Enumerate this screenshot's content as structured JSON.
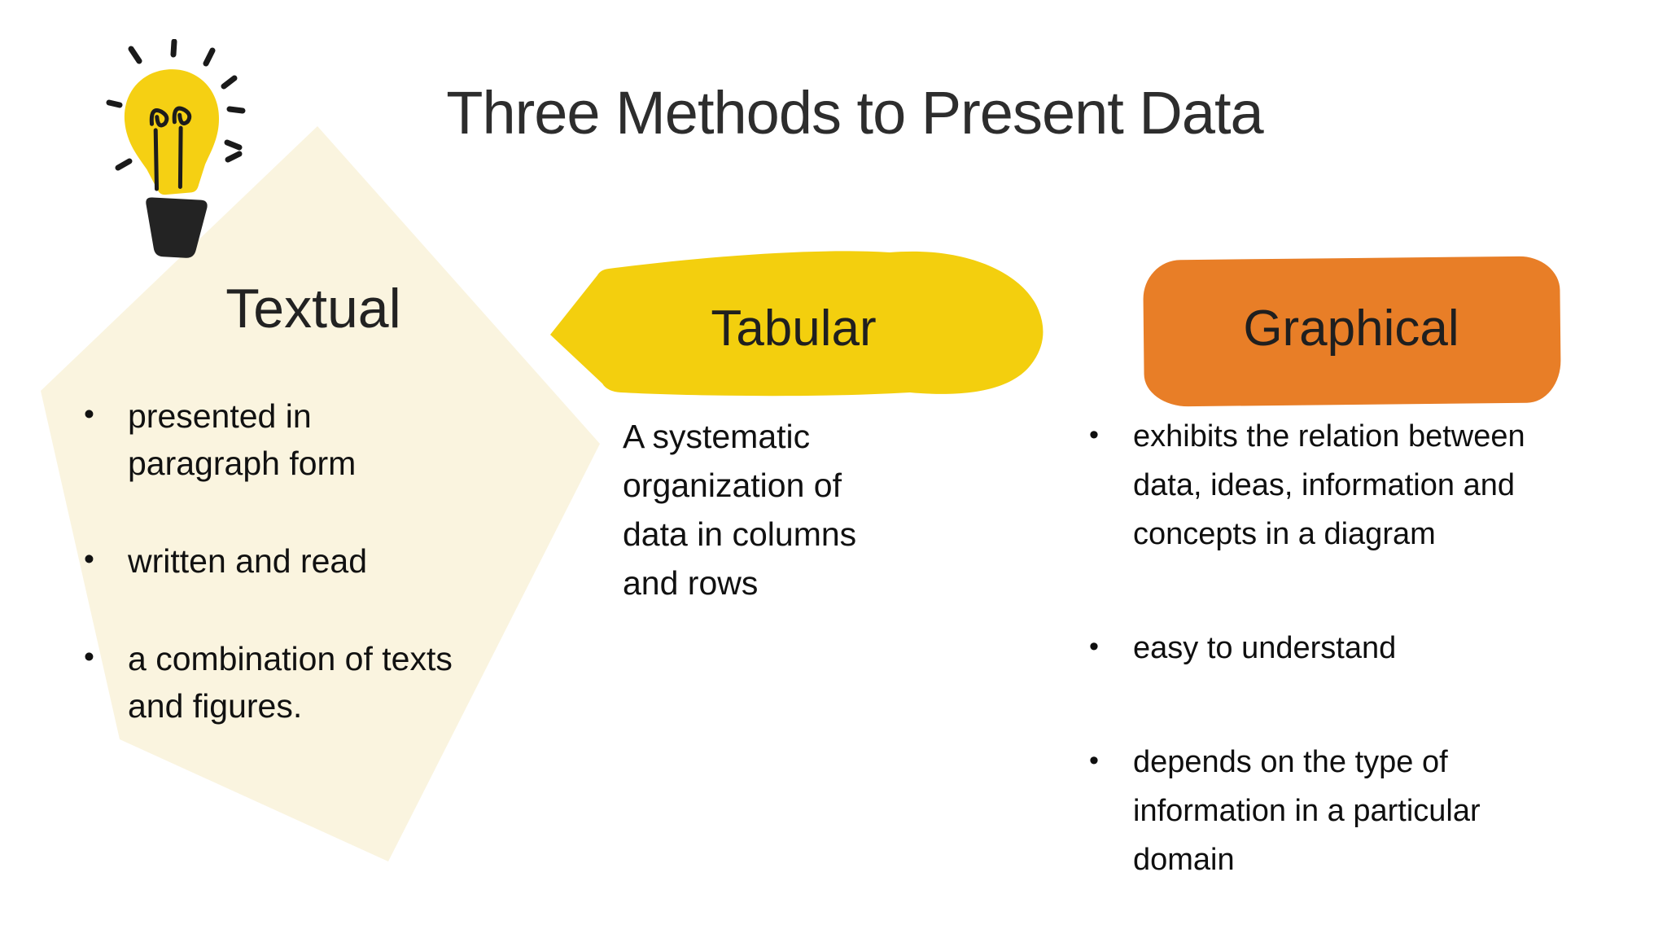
{
  "slide": {
    "title": "Three Methods to Present Data",
    "icon": "lightbulb-idea-icon",
    "colors": {
      "accent_yellow": "#F3CF0E",
      "bulb_yellow": "#F5D013",
      "accent_orange": "#E87E27",
      "cream_background": "#FAF4DF",
      "text_dark": "#2d2d2d"
    },
    "sections": {
      "textual": {
        "heading": "Textual",
        "bullets": [
          "presented in paragraph form",
          "written and read",
          "a combination of texts and figures."
        ]
      },
      "tabular": {
        "heading": "Tabular",
        "description": "A systematic organization of data in columns and rows"
      },
      "graphical": {
        "heading": "Graphical",
        "bullets": [
          "exhibits the relation between data, ideas, information and concepts in a diagram",
          "easy to understand",
          "depends on the type of information in a particular domain"
        ]
      }
    }
  }
}
